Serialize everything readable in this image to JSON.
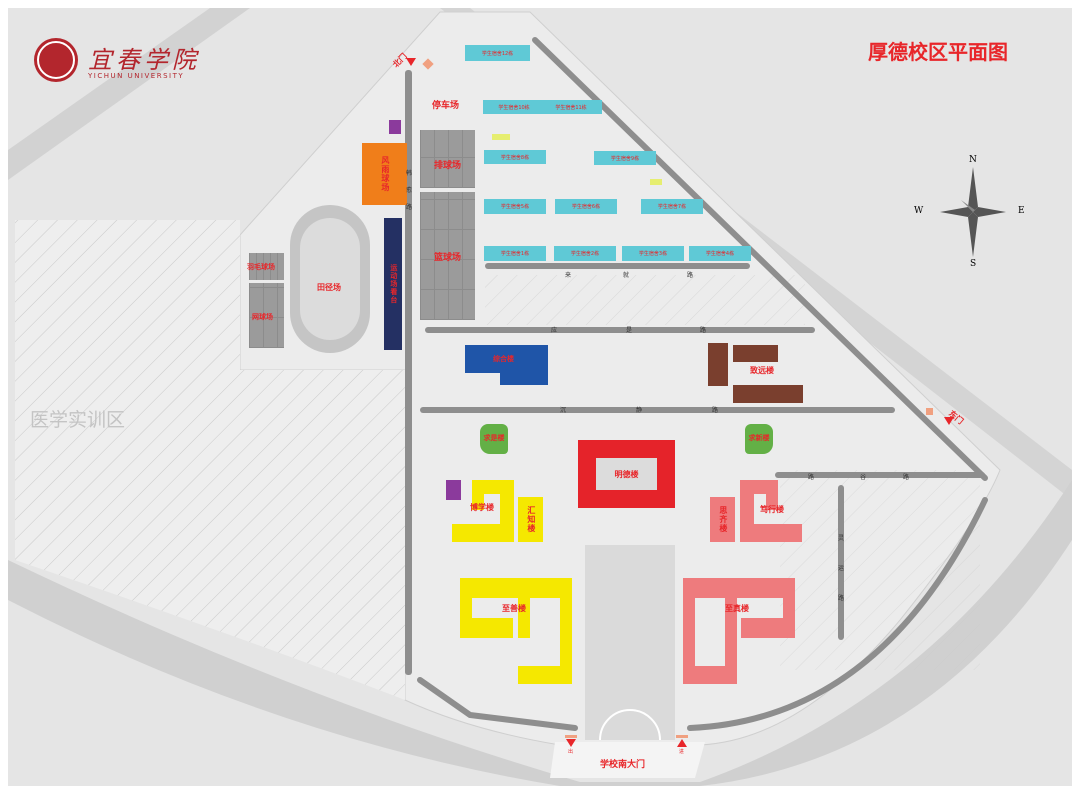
{
  "header": {
    "title": "厚德校区平面图",
    "logo_cn": "宜春学院",
    "logo_en": "YICHUN UNIVERSITY"
  },
  "colors": {
    "label_red": "#e8262a",
    "dorm": "#5fc9d6",
    "yellow": "#f5e800",
    "pink": "#ee7b7d",
    "red": "#e5232a",
    "blue": "#1f55a8",
    "navy": "#243063",
    "orange": "#f07e1a",
    "green": "#63b046",
    "brown": "#7a3f2e",
    "purple": "#8b3a9c"
  },
  "compass": {
    "n": "N",
    "s": "S",
    "e": "E",
    "w": "W"
  },
  "gates": {
    "north": "北门",
    "east": "东门",
    "south": "学校南大门",
    "exit": "出",
    "enter": "进"
  },
  "zones": {
    "medical": "医学实训区"
  },
  "facilities": {
    "parking": "停车场",
    "all_weather": "风雨球场",
    "volleyball": "排球场",
    "basketball": "篮球场",
    "track": "田径场",
    "stand": "运动场看台",
    "badminton": "羽毛球场",
    "tennis": "网球场"
  },
  "buildings": {
    "zonghe": "综合楼",
    "zhiyuan": "致远楼",
    "qiushi": "求是楼",
    "qiuxin": "求新楼",
    "mingde": "明德楼",
    "boxue": "博学楼",
    "huizhi": "汇知楼",
    "siqi": "思齐楼",
    "duxing": "笃行楼",
    "zhishan": "至善楼",
    "zhizhen": "至真楼"
  },
  "dorms": [
    "学生宿舍1栋",
    "学生宿舍2栋",
    "学生宿舍3栋",
    "学生宿舍4栋",
    "学生宿舍5栋",
    "学生宿舍6栋",
    "学生宿舍7栋",
    "学生宿舍8栋",
    "学生宿舍9栋",
    "学生宿舍10栋",
    "学生宿舍11栋",
    "学生宿舍12栋"
  ],
  "roads": {
    "r1": [
      "来",
      "就",
      "路"
    ],
    "r2": [
      "应",
      "是",
      "路"
    ],
    "r3": [
      "沉",
      "静",
      "路"
    ],
    "r4": [
      "韩",
      "愈",
      "路"
    ],
    "r5": [
      "路",
      "谷",
      "路"
    ],
    "r6": [
      "灵",
      "运",
      "路"
    ]
  }
}
